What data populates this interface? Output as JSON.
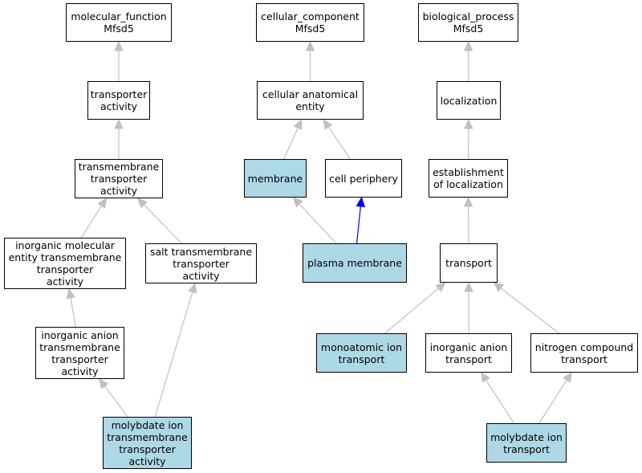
{
  "colors": {
    "highlight_fill": "#add8e6",
    "edge_default": "#c0c0c0",
    "edge_emphasis": "#0000ff"
  },
  "nodes": {
    "mf_root": {
      "lines": [
        "molecular_function",
        "Mfsd5"
      ],
      "highlighted": false
    },
    "mf_ta": {
      "lines": [
        "transporter",
        "activity"
      ],
      "highlighted": false
    },
    "mf_tta": {
      "lines": [
        "transmembrane",
        "transporter",
        "activity"
      ],
      "highlighted": false
    },
    "mf_imol": {
      "lines": [
        "inorganic molecular",
        "entity transmembrane",
        "transporter",
        "activity"
      ],
      "highlighted": false
    },
    "mf_salt": {
      "lines": [
        "salt transmembrane",
        "transporter",
        "activity"
      ],
      "highlighted": false
    },
    "mf_ianion": {
      "lines": [
        "inorganic anion",
        "transmembrane",
        "transporter",
        "activity"
      ],
      "highlighted": false
    },
    "mf_moly": {
      "lines": [
        "molybdate ion",
        "transmembrane",
        "transporter",
        "activity"
      ],
      "highlighted": true
    },
    "cc_root": {
      "lines": [
        "cellular_component",
        "Mfsd5"
      ],
      "highlighted": false
    },
    "cc_cae": {
      "lines": [
        "cellular anatomical",
        "entity"
      ],
      "highlighted": false
    },
    "cc_mem": {
      "lines": [
        "membrane"
      ],
      "highlighted": true
    },
    "cc_cp": {
      "lines": [
        "cell periphery"
      ],
      "highlighted": false
    },
    "cc_pm": {
      "lines": [
        "plasma membrane"
      ],
      "highlighted": true
    },
    "bp_root": {
      "lines": [
        "biological_process",
        "Mfsd5"
      ],
      "highlighted": false
    },
    "bp_loc": {
      "lines": [
        "localization"
      ],
      "highlighted": false
    },
    "bp_est": {
      "lines": [
        "establishment",
        "of localization"
      ],
      "highlighted": false
    },
    "bp_trans": {
      "lines": [
        "transport"
      ],
      "highlighted": false
    },
    "bp_mono": {
      "lines": [
        "monoatomic ion",
        "transport"
      ],
      "highlighted": true
    },
    "bp_ianion": {
      "lines": [
        "inorganic anion",
        "transport"
      ],
      "highlighted": false
    },
    "bp_nitro": {
      "lines": [
        "nitrogen compound",
        "transport"
      ],
      "highlighted": false
    },
    "bp_moly": {
      "lines": [
        "molybdate ion",
        "transport"
      ],
      "highlighted": true
    }
  },
  "edges": [
    {
      "from": "mf_ta",
      "to": "mf_root"
    },
    {
      "from": "mf_tta",
      "to": "mf_ta"
    },
    {
      "from": "mf_imol",
      "to": "mf_tta"
    },
    {
      "from": "mf_salt",
      "to": "mf_tta"
    },
    {
      "from": "mf_ianion",
      "to": "mf_imol"
    },
    {
      "from": "mf_moly",
      "to": "mf_ianion"
    },
    {
      "from": "mf_moly",
      "to": "mf_salt"
    },
    {
      "from": "cc_cae",
      "to": "cc_root"
    },
    {
      "from": "cc_mem",
      "to": "cc_cae"
    },
    {
      "from": "cc_cp",
      "to": "cc_cae"
    },
    {
      "from": "cc_pm",
      "to": "cc_mem"
    },
    {
      "from": "cc_pm",
      "to": "cc_cp",
      "emphasis": true
    },
    {
      "from": "bp_loc",
      "to": "bp_root"
    },
    {
      "from": "bp_est",
      "to": "bp_loc"
    },
    {
      "from": "bp_trans",
      "to": "bp_est"
    },
    {
      "from": "bp_mono",
      "to": "bp_trans"
    },
    {
      "from": "bp_ianion",
      "to": "bp_trans"
    },
    {
      "from": "bp_nitro",
      "to": "bp_trans"
    },
    {
      "from": "bp_moly",
      "to": "bp_ianion"
    },
    {
      "from": "bp_moly",
      "to": "bp_nitro"
    }
  ]
}
